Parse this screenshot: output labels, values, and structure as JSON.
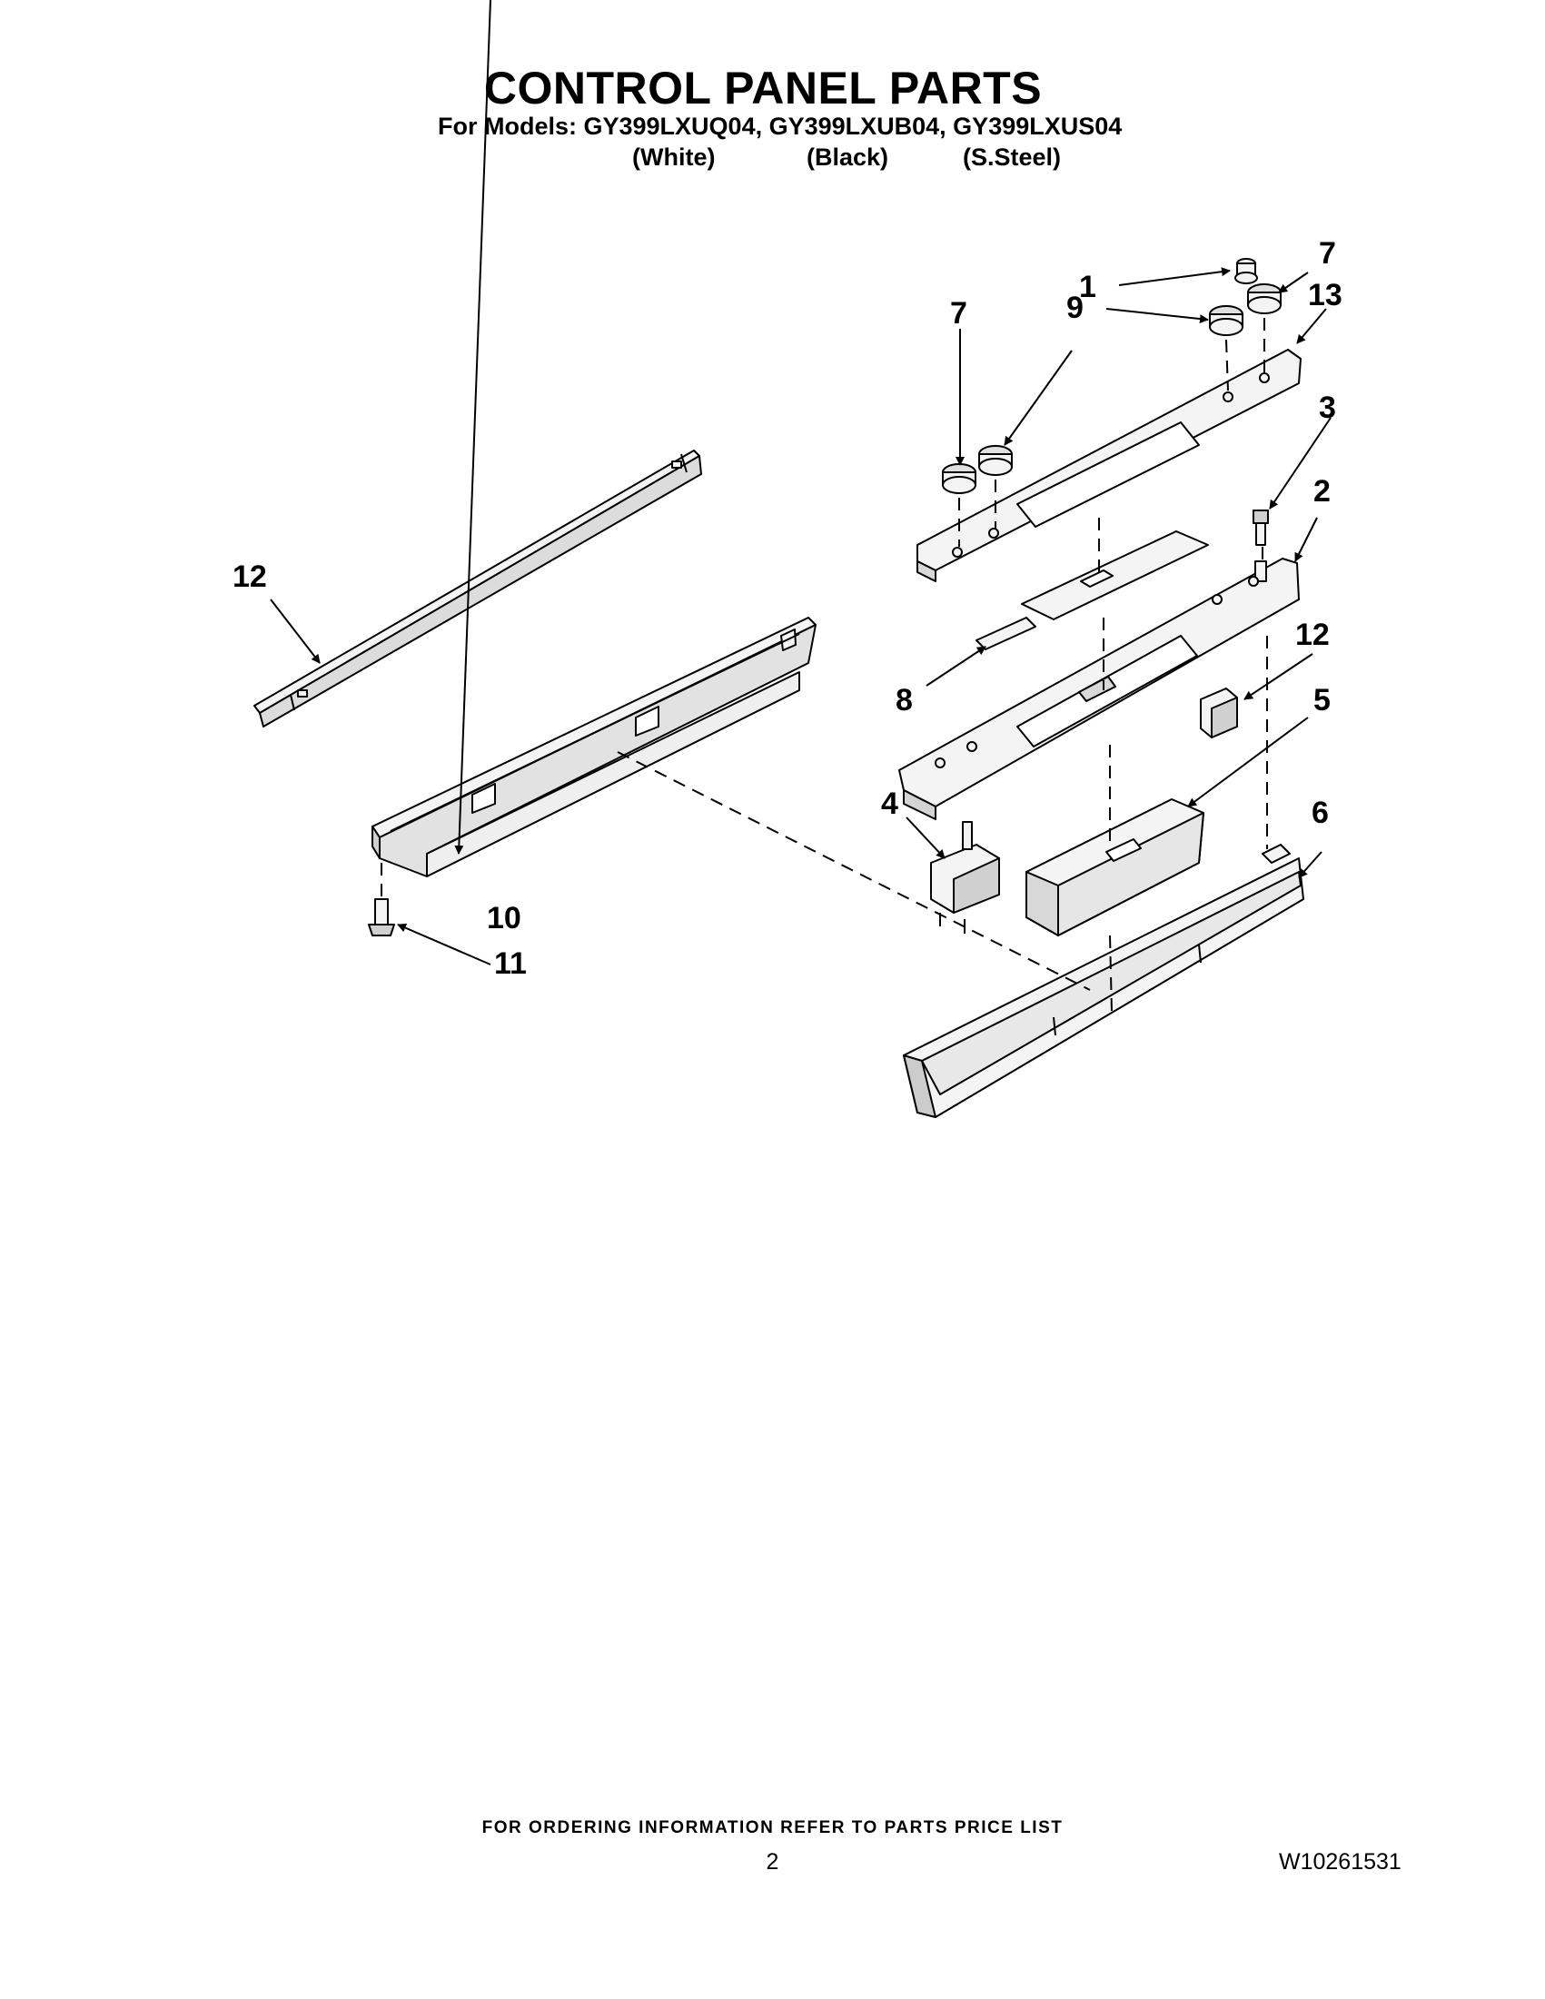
{
  "header": {
    "title": "CONTROL PANEL PARTS",
    "models_line": "For Models: GY399LXUQ04, GY399LXUB04, GY399LXUS04",
    "variants": [
      "(White)",
      "(Black)",
      "(S.Steel)"
    ]
  },
  "callouts": [
    "1",
    "7",
    "13",
    "7",
    "9",
    "3",
    "2",
    "12",
    "12",
    "8",
    "5",
    "4",
    "6",
    "10",
    "11"
  ],
  "footer": {
    "ordering_note": "FOR ORDERING INFORMATION REFER TO PARTS PRICE LIST",
    "page_number": "2",
    "document_number": "W10261531"
  },
  "colors": {
    "ink": "#000000",
    "part_fill": "#f4f4f4",
    "shade": "#d8d8d8",
    "background": "#ffffff"
  }
}
